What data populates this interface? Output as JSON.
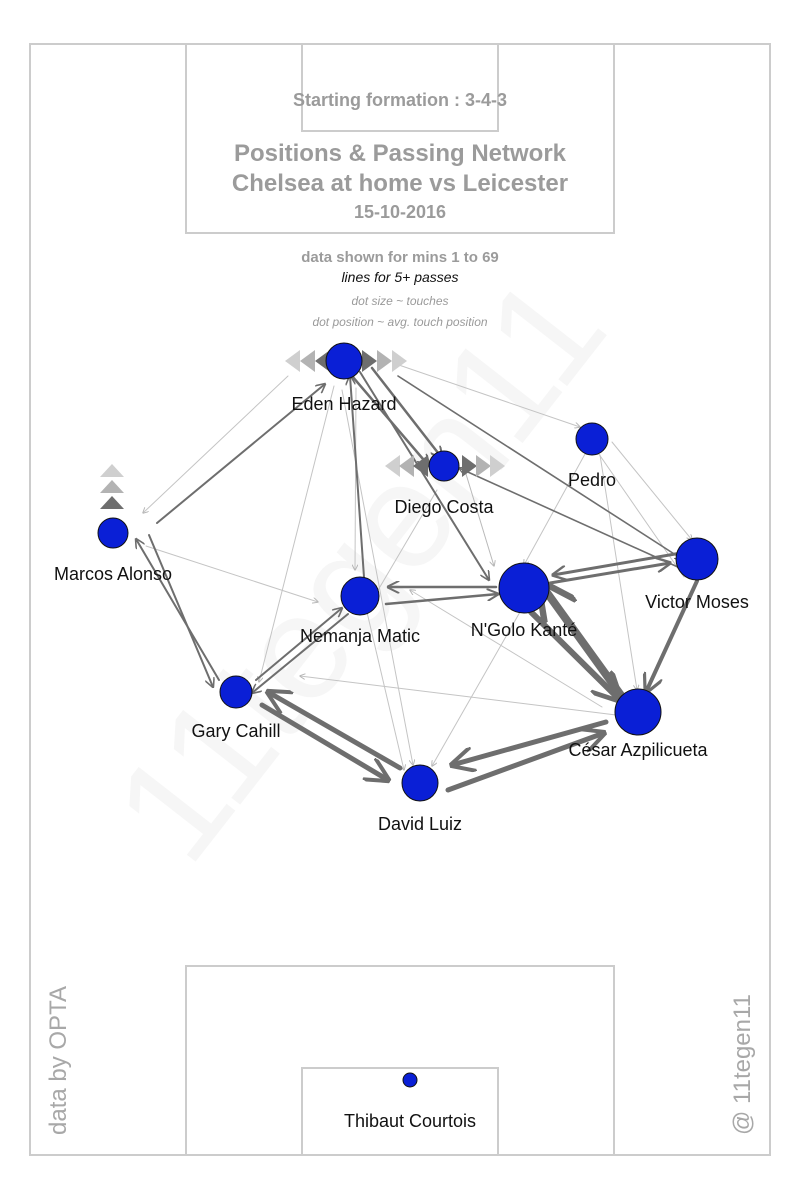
{
  "header": {
    "formation": "Starting formation : 3-4-3",
    "title_line1": "Positions & Passing Network",
    "title_line2": "Chelsea at home vs Leicester",
    "date": "15-10-2016"
  },
  "notes": {
    "minutes": "data shown for mins 1 to 69",
    "lines": "lines for 5+ passes",
    "dot_size": "dot size ~ touches",
    "dot_position": "dot position ~ avg. touch position"
  },
  "watermark": "11tegen11",
  "credits": {
    "source": "data by OPTA",
    "author": "@ 11tegen11"
  },
  "colors": {
    "pitch_line": "#cccccc",
    "player_dot": "#0a1fd6",
    "pass_line": "#6e6e6e",
    "pass_line_light": "#bdbdbd",
    "text_grey": "#9b9b9b"
  },
  "players": [
    {
      "id": "hazard",
      "name": "Eden Hazard"
    },
    {
      "id": "costa",
      "name": "Diego Costa"
    },
    {
      "id": "pedro",
      "name": "Pedro"
    },
    {
      "id": "alonso",
      "name": "Marcos Alonso"
    },
    {
      "id": "matic",
      "name": "Nemanja Matic"
    },
    {
      "id": "kante",
      "name": "N'Golo Kanté"
    },
    {
      "id": "moses",
      "name": "Victor Moses"
    },
    {
      "id": "cahill",
      "name": "Gary Cahill"
    },
    {
      "id": "azpi",
      "name": "César Azpilicueta"
    },
    {
      "id": "luiz",
      "name": "David Luiz"
    },
    {
      "id": "courtois",
      "name": "Thibaut Courtois"
    }
  ]
}
